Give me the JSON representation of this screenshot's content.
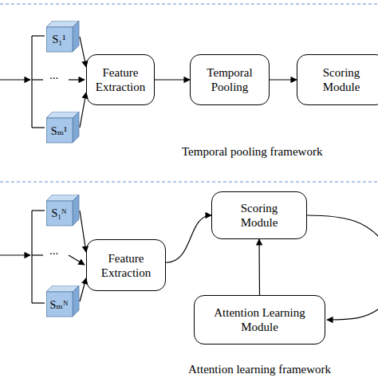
{
  "diagram": {
    "nodes": [
      {
        "text": [
          "S₁¹"
        ]
      },
      {
        "text": [
          "Sₘ¹"
        ]
      },
      {
        "text": [
          "Feature Extraction"
        ]
      },
      {
        "text": [
          "Temporal Pooling"
        ]
      },
      {
        "text": [
          "Scoring Module"
        ]
      },
      {
        "text": [
          "S₁ᴺ"
        ]
      },
      {
        "text": [
          "Sₘᴺ"
        ]
      },
      {
        "text": [
          "Feature Extraction"
        ]
      },
      {
        "text": [
          "Scoring Module"
        ]
      },
      {
        "text": [
          "Attention Learning Module"
        ]
      }
    ],
    "edges": [
      {
        "from": 0,
        "to": 2,
        "arrow": "to"
      },
      {
        "from": 1,
        "to": 2,
        "arrow": "to"
      },
      {
        "from": 2,
        "to": 3,
        "arrow": "to"
      },
      {
        "from": 3,
        "to": 4,
        "arrow": "to"
      },
      {
        "from": 5,
        "to": 7,
        "arrow": "to"
      },
      {
        "from": 6,
        "to": 7,
        "arrow": "to"
      },
      {
        "from": 7,
        "to": 8,
        "arrow": "to"
      },
      {
        "from": 9,
        "to": 8,
        "arrow": "to"
      }
    ],
    "labels": [
      "...",
      "Temporal pooling framework",
      "...",
      "Attention learning framework"
    ]
  }
}
